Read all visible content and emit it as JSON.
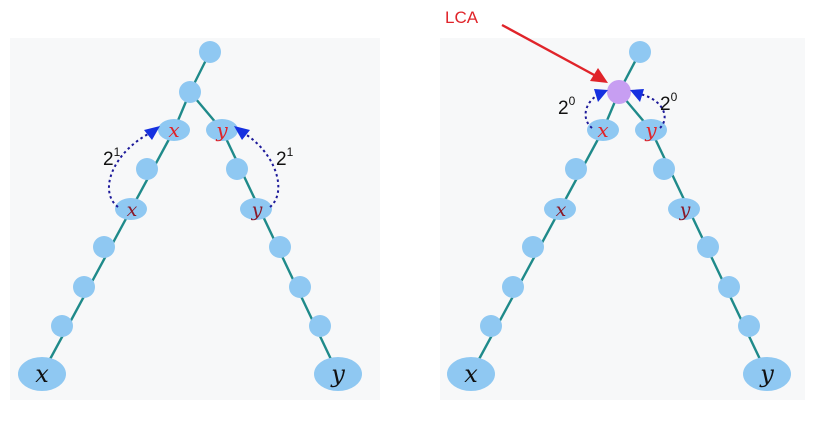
{
  "left_panel": {
    "x_bottom": "x",
    "y_bottom": "y",
    "x_mid": "x",
    "y_mid": "y",
    "x_top": "x",
    "y_top": "y",
    "jump_left_base": "2",
    "jump_left_exp": "1",
    "jump_right_base": "2",
    "jump_right_exp": "1"
  },
  "right_panel": {
    "x_bottom": "x",
    "y_bottom": "y",
    "x_mid": "x",
    "y_mid": "y",
    "x_top": "x",
    "y_top": "y",
    "jump_left_base": "2",
    "jump_left_exp": "0",
    "jump_right_base": "2",
    "jump_right_exp": "0",
    "lca_label": "LCA"
  },
  "colors": {
    "node": "#8fc8f2",
    "lca_node": "#c79ef2",
    "edge": "#1f8a8a",
    "highlight": "#e0242a",
    "jump_arrow": "#1530e0"
  }
}
